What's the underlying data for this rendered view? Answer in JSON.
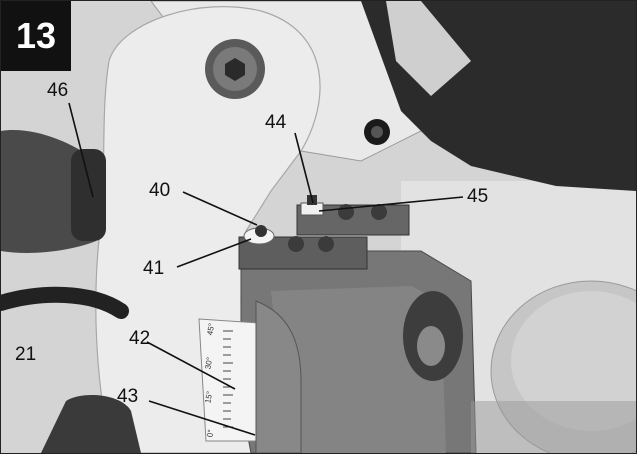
{
  "figure": {
    "number": "13"
  },
  "callouts": {
    "c46": "46",
    "c44": "44",
    "c40": "40",
    "c45": "45",
    "c41": "41",
    "c42": "42",
    "c21": "21",
    "c43": "43"
  },
  "scale": {
    "ticks": [
      "45°",
      "30°",
      "15°",
      "0°"
    ]
  },
  "colors": {
    "casting": "#ececec",
    "metal_dark": "#6e6e6e",
    "background": "#d9d9d9",
    "badge": "#111111"
  }
}
